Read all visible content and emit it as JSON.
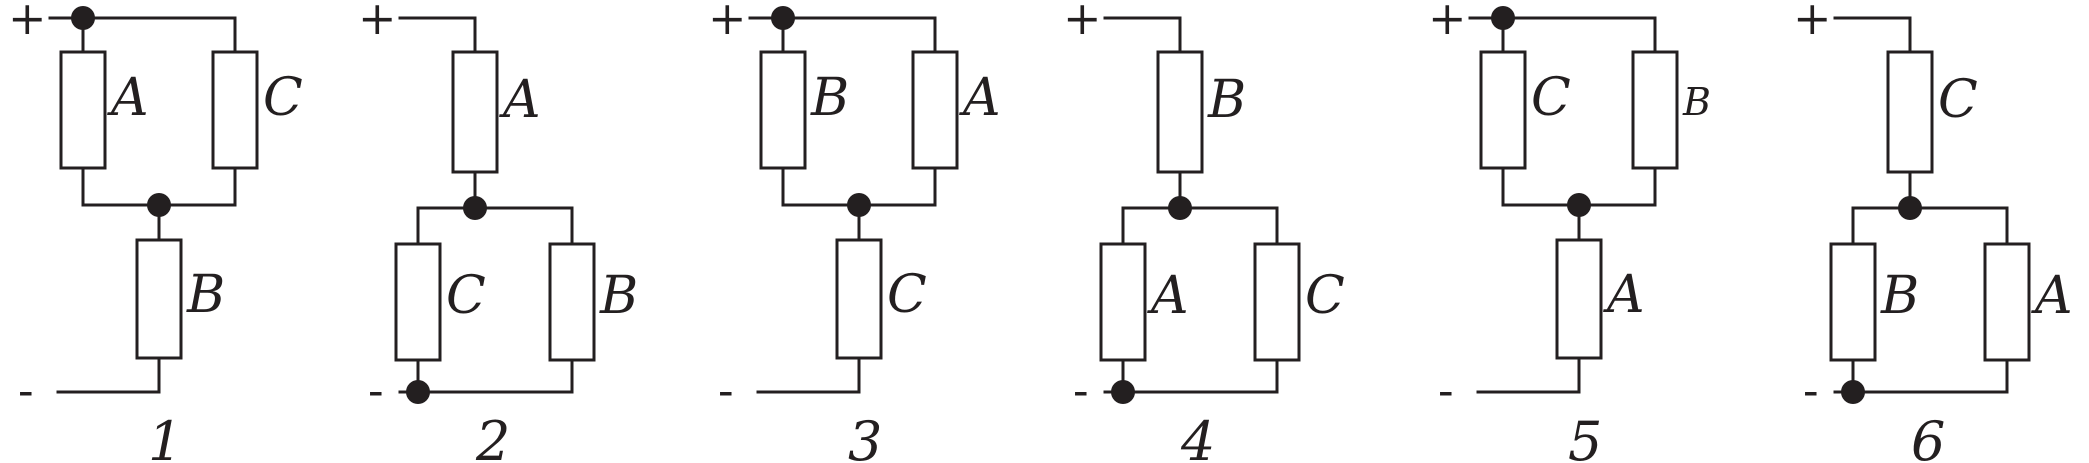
{
  "circuits": [
    {
      "number": "1",
      "plus": "+",
      "minus": "-",
      "parallel_pair": [
        "A",
        "C"
      ],
      "series": "B",
      "order": "parallel-then-series"
    },
    {
      "number": "2",
      "plus": "+",
      "minus": "-",
      "series": "A",
      "parallel_pair": [
        "C",
        "B"
      ],
      "order": "series-then-parallel"
    },
    {
      "number": "3",
      "plus": "+",
      "minus": "-",
      "parallel_pair": [
        "B",
        "A"
      ],
      "series": "C",
      "order": "parallel-then-series"
    },
    {
      "number": "4",
      "plus": "+",
      "minus": "-",
      "series": "B",
      "parallel_pair": [
        "A",
        "C"
      ],
      "order": "series-then-parallel"
    },
    {
      "number": "5",
      "plus": "+",
      "minus": "-",
      "parallel_pair": [
        "C",
        "B"
      ],
      "series": "A",
      "order": "parallel-then-series"
    },
    {
      "number": "6",
      "plus": "+",
      "minus": "-",
      "series": "C",
      "parallel_pair": [
        "B",
        "A"
      ],
      "order": "series-then-parallel"
    }
  ],
  "colors": {
    "ink": "#231f20",
    "background": "#ffffff"
  }
}
